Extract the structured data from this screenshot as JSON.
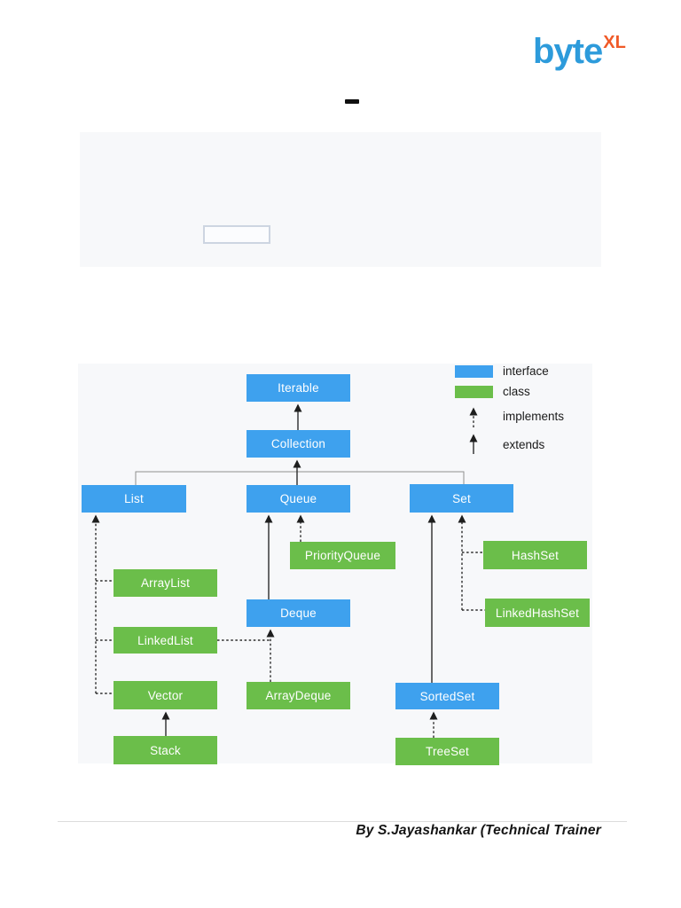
{
  "page": {
    "logo": {
      "byte": "byte",
      "xl": "XL",
      "byte_color": "#2D9BDB",
      "xl_color": "#F05A28"
    },
    "title_dash": "–",
    "footer_credit": "By S.Jayashankar (Technical Trainer"
  },
  "diagram": {
    "colors": {
      "interface": "#3EA1EE",
      "class": "#6BBE4A",
      "panel_bg": "#F7F8FA"
    },
    "legend": {
      "interface_label": "interface",
      "class_label": "class",
      "implements_label": "implements",
      "extends_label": "extends"
    },
    "nodes": [
      {
        "label": "Iterable",
        "type": "interface"
      },
      {
        "label": "Collection",
        "type": "interface"
      },
      {
        "label": "List",
        "type": "interface"
      },
      {
        "label": "Queue",
        "type": "interface"
      },
      {
        "label": "Set",
        "type": "interface"
      },
      {
        "label": "PriorityQueue",
        "type": "class"
      },
      {
        "label": "ArrayList",
        "type": "class"
      },
      {
        "label": "Deque",
        "type": "interface"
      },
      {
        "label": "LinkedList",
        "type": "class"
      },
      {
        "label": "Vector",
        "type": "class"
      },
      {
        "label": "ArrayDeque",
        "type": "class"
      },
      {
        "label": "SortedSet",
        "type": "interface"
      },
      {
        "label": "Stack",
        "type": "class"
      },
      {
        "label": "HashSet",
        "type": "class"
      },
      {
        "label": "LinkedHashSet",
        "type": "class"
      },
      {
        "label": "TreeSet",
        "type": "class"
      }
    ],
    "edges": [
      {
        "from": "Collection",
        "to": "Iterable",
        "relation": "extends"
      },
      {
        "from": "List",
        "to": "Collection",
        "relation": "extends"
      },
      {
        "from": "Queue",
        "to": "Collection",
        "relation": "extends"
      },
      {
        "from": "Set",
        "to": "Collection",
        "relation": "extends"
      },
      {
        "from": "Deque",
        "to": "Queue",
        "relation": "extends"
      },
      {
        "from": "PriorityQueue",
        "to": "Queue",
        "relation": "implements"
      },
      {
        "from": "ArrayList",
        "to": "List",
        "relation": "implements"
      },
      {
        "from": "LinkedList",
        "to": "List",
        "relation": "implements"
      },
      {
        "from": "Vector",
        "to": "List",
        "relation": "implements"
      },
      {
        "from": "Stack",
        "to": "Vector",
        "relation": "extends"
      },
      {
        "from": "LinkedList",
        "to": "Deque",
        "relation": "implements"
      },
      {
        "from": "ArrayDeque",
        "to": "Deque",
        "relation": "implements"
      },
      {
        "from": "HashSet",
        "to": "Set",
        "relation": "implements"
      },
      {
        "from": "LinkedHashSet",
        "to": "Set",
        "relation": "implements"
      },
      {
        "from": "SortedSet",
        "to": "Set",
        "relation": "extends"
      },
      {
        "from": "TreeSet",
        "to": "SortedSet",
        "relation": "implements"
      }
    ]
  }
}
